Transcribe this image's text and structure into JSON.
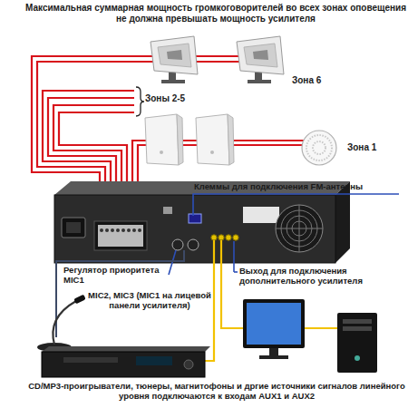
{
  "diagram": {
    "title": "Максимальная суммарная мощность громкоговорителей во всех зонах оповещения не должна превышать мощность усилителя",
    "labels": [
      "Зона 6",
      "Зоны 2-5",
      "Зона 1",
      "Клеммы для подключения FM-антенны",
      "Регулятор приоритета MIC1",
      "Выход для подключения дополнительного усилителя",
      "MIC2, MIC3 (MIC1 на лицевой панели усилителя)",
      "CD/MP3-проигрыватели, тюнеры, магнитофоны и дргие источники сигналов линейного уровня подключаются к входам AUX1 и AUX2"
    ]
  }
}
